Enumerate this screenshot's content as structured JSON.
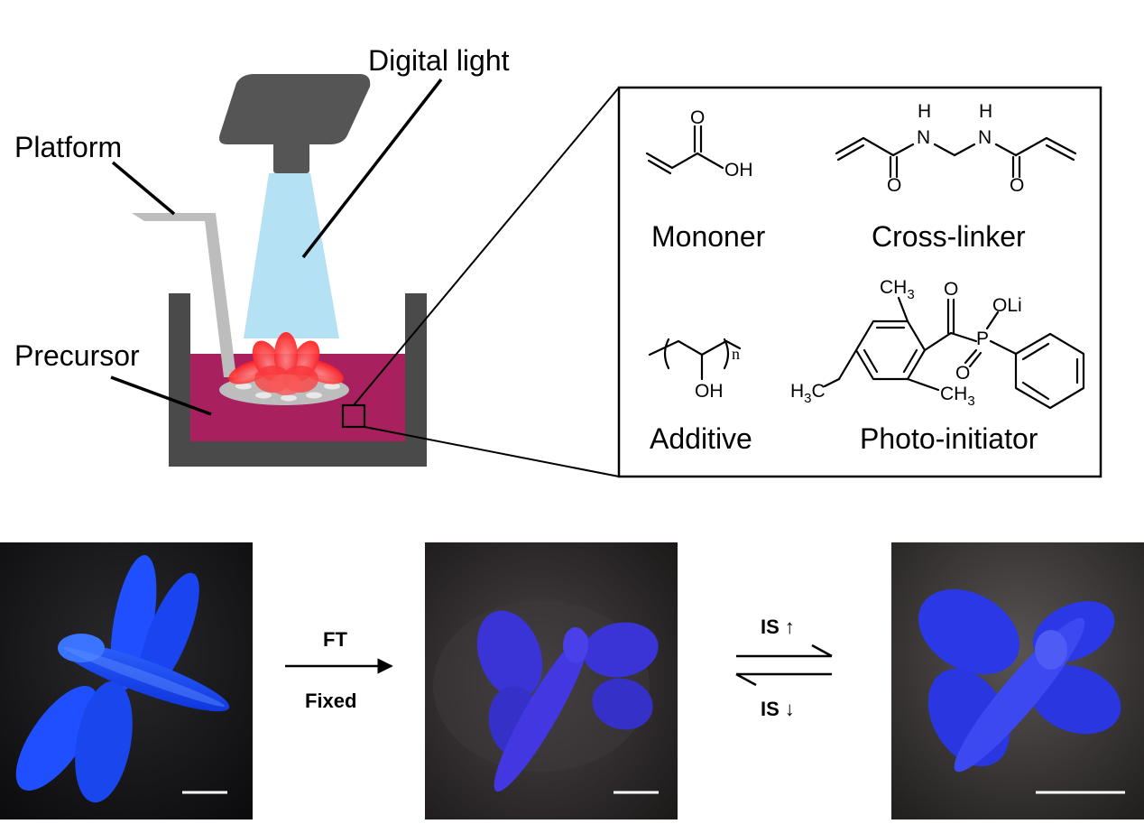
{
  "apparatus": {
    "labels": {
      "digital_light": "Digital light",
      "platform": "Platform",
      "precursor": "Precursor"
    },
    "colors": {
      "projector": "#555555",
      "light_beam": "#a8dcf3",
      "platform": "#bdbdbd",
      "vat_wall": "#4a4a4a",
      "precursor_liquid": "#a8215e",
      "printed_lotus": "#ff2a2a"
    }
  },
  "chemistry": {
    "mononer": {
      "name": "Mononer",
      "atoms": {
        "o": "O",
        "oh": "OH"
      }
    },
    "crosslinker": {
      "name": "Cross-linker",
      "atoms": {
        "h": "H",
        "n": "N",
        "o": "O"
      }
    },
    "additive": {
      "name": "Additive",
      "atoms": {
        "oh": "OH",
        "n": "n"
      }
    },
    "photoinitiator": {
      "name": "Photo-initiator",
      "atoms": {
        "ch": "CH",
        "three": "3",
        "o": "O",
        "oli": "OLi",
        "p": "P",
        "h3c_h": "H",
        "h3c_c": "C"
      }
    }
  },
  "process": {
    "step1": {
      "top": "FT",
      "bottom": "Fixed"
    },
    "step2": {
      "top": "IS",
      "top_arrow": "↑",
      "bottom": "IS",
      "bottom_arrow": "↓"
    }
  },
  "photos": [
    {
      "subject": "dragonfly",
      "state": "as-printed",
      "color": "#1f4fff"
    },
    {
      "subject": "dragonfly",
      "state": "fixed",
      "color": "#3a33d6"
    },
    {
      "subject": "dragonfly",
      "state": "recovered",
      "color": "#2a38e6"
    }
  ]
}
